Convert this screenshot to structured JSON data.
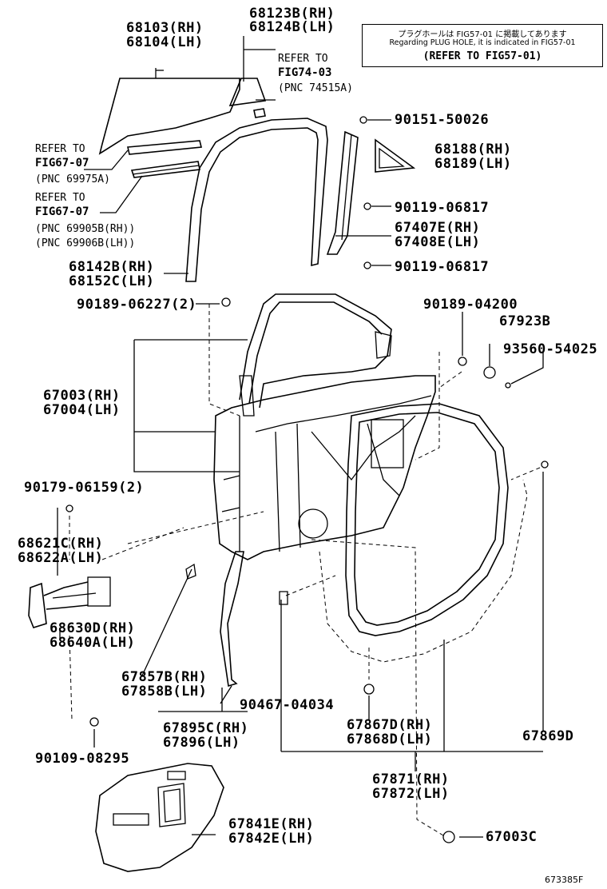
{
  "note": {
    "line1": "プラグホールは FIG57-01 に掲載してあります",
    "line2": "Regarding PLUG HOLE, it is indicated in FIG57-01",
    "line3": "(REFER TO FIG57-01)"
  },
  "refs": {
    "r1": [
      "REFER TO",
      "FIG74-03",
      "(PNC 74515A)"
    ],
    "r2": [
      "REFER TO",
      "FIG67-07",
      "(PNC 69975A)"
    ],
    "r3": [
      "REFER TO",
      "FIG67-07",
      "(PNC 69905B(RH))",
      "(PNC 69906B(LH))"
    ]
  },
  "parts": {
    "p68103": [
      "68103(RH)",
      "68104(LH)"
    ],
    "p68123": [
      "68123B(RH)",
      "68124B(LH)"
    ],
    "p90151": "90151-50026",
    "p68188": [
      "68188(RH)",
      "68189(LH)"
    ],
    "p90119a": "90119-06817",
    "p67407": [
      "67407E(RH)",
      "67408E(LH)"
    ],
    "p90119b": "90119-06817",
    "p68142": [
      "68142B(RH)",
      "68152C(LH)"
    ],
    "p90189a": "90189-06227(2)",
    "p90189b": "90189-04200",
    "p67923": "67923B",
    "p93560": "93560-54025",
    "p67003": [
      "67003(RH)",
      "67004(LH)"
    ],
    "p90179": "90179-06159(2)",
    "p68621": [
      "68621C(RH)",
      "68622A(LH)"
    ],
    "p68630": [
      "68630D(RH)",
      "68640A(LH)"
    ],
    "p67857": [
      "67857B(RH)",
      "67858B(LH)"
    ],
    "p90467": "90467-04034",
    "p67895": [
      "67895C(RH)",
      "67896(LH)"
    ],
    "p67867": [
      "67867D(RH)",
      "67868D(LH)"
    ],
    "p67869": "67869D",
    "p90109": "90109-08295",
    "p67871": [
      "67871(RH)",
      "67872(LH)"
    ],
    "p67841": [
      "67841E(RH)",
      "67842E(LH)"
    ],
    "p67003c": "67003C"
  },
  "figure_id": "673385F"
}
